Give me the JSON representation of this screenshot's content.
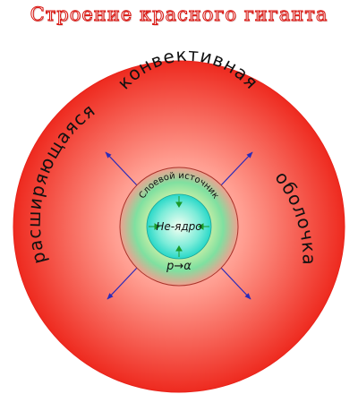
{
  "title": "Строение красного гиганта",
  "labels": {
    "envelope_arc_left": "расширяющаяся",
    "envelope_arc_top": "конвективная",
    "envelope_arc_right": "оболочка",
    "shell_source": "Слоевой источник",
    "core": "He-ядро",
    "reaction": "p→α"
  },
  "colors": {
    "envelope_edge": "#ee2a1f",
    "envelope_center": "#ffd9d4",
    "shell_fill": "#f3a89e",
    "core_outer": "#35e1d2",
    "arrow_blue": "#2b2bb8",
    "arrow_green": "#1a9a2a"
  }
}
